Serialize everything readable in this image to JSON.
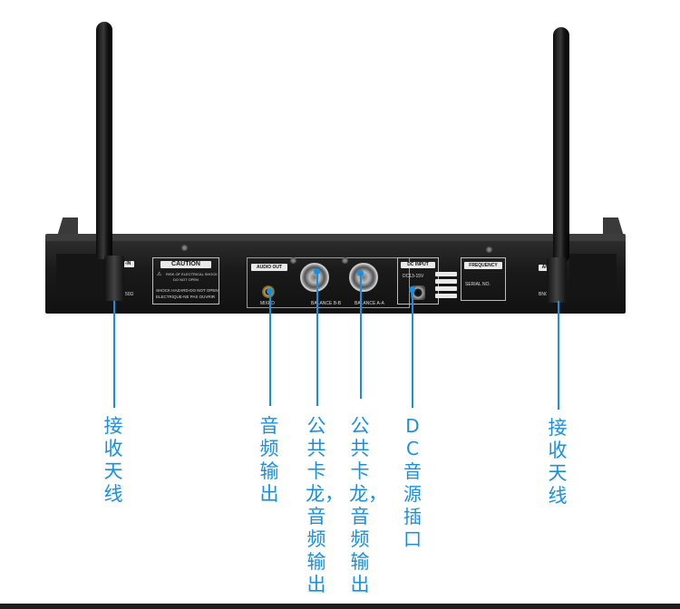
{
  "panel": {
    "caution_title": "CAUTION",
    "caution_line1": "RISK OF ELECTRICAL SHOCK",
    "caution_line2": "DO NOT OPEN",
    "shock_line1": "SHOCK HAZARD-DO NOT OPEN",
    "shock_line2": "ELECTRIQUE-NE PAS OUVRIR",
    "audio_out": "AUDIO OUT",
    "mixed": "MIXED",
    "balance_b": "BALANCE B-B",
    "balance_a": "BALANCE A-A",
    "dc_input": "DC INPUT",
    "dc_voltage": "DC13-15V",
    "frequency": "FREQUENCY",
    "serial": "SERIAL NO.",
    "ant_in_left": "ANT-IN",
    "ant_in_right": "ANT-IN",
    "bnc_left": "50Ω",
    "bnc_right": "BNC-50Ω"
  },
  "callouts": {
    "left_antenna": "接收天线",
    "audio_output": "音频输出",
    "xlr_b": "公共卡龙，音频输出",
    "xlr_a": "公共卡龙，音频输出",
    "dc_socket": "DC音源插口",
    "right_antenna": "接收天线"
  },
  "colors": {
    "callout_blue": "#1a8fe0",
    "chassis": "#1a1a1a",
    "background": "#ffffff"
  }
}
